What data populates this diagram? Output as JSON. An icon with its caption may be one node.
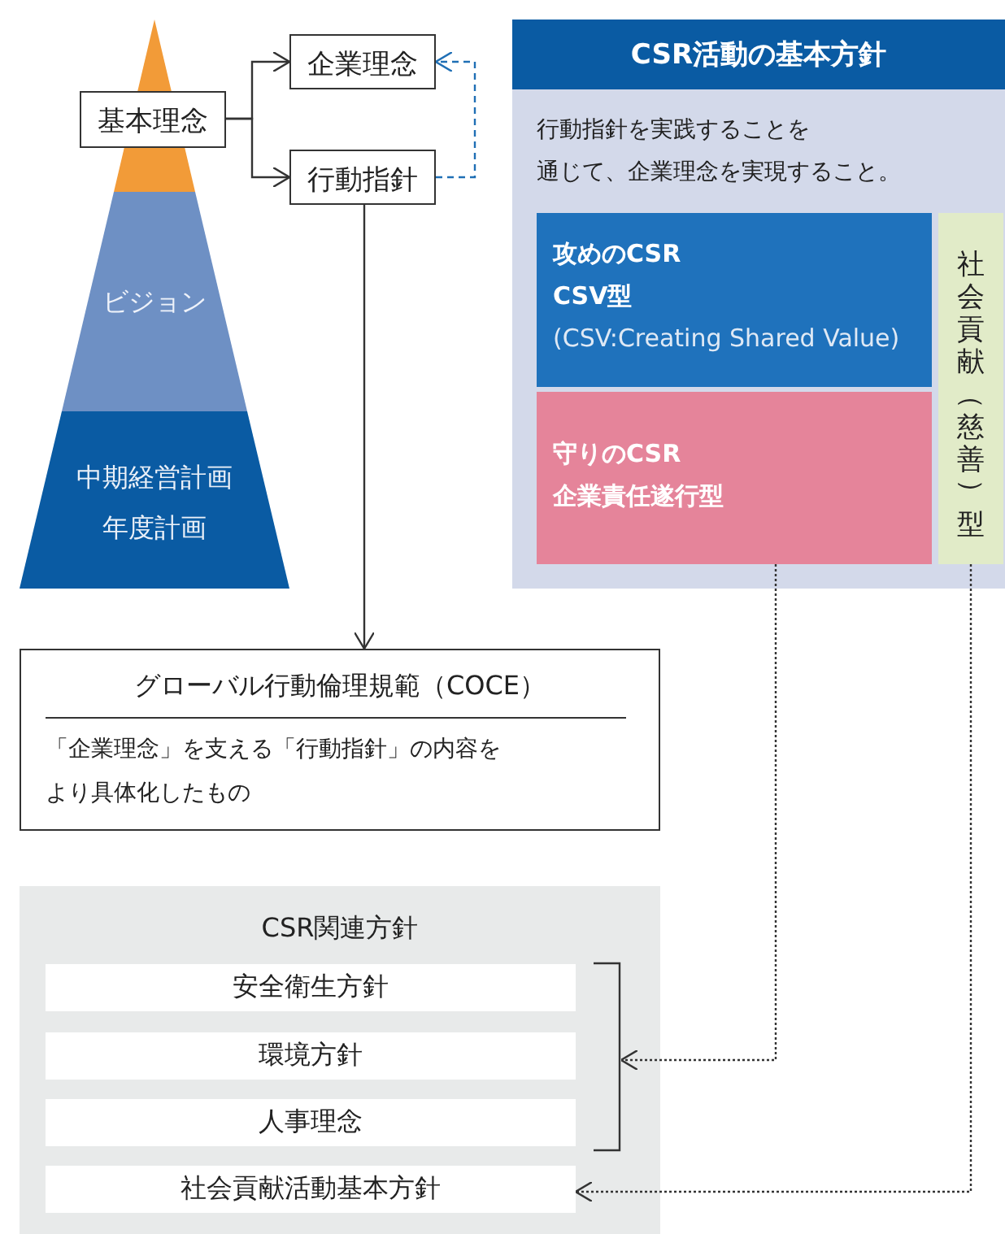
{
  "diagram": {
    "nodes": [
      {
        "text": [
          "基本理念"
        ]
      },
      {
        "text": [
          "企業理念"
        ]
      },
      {
        "text": [
          "行動指針"
        ]
      },
      {
        "text": [
          "ビジョン"
        ]
      },
      {
        "text": [
          "中期経営計画",
          "年度計画"
        ]
      },
      {
        "text": [
          "CSR活動の基本方針",
          "行動指針を実践することを通じて、企業理念を実現すること。"
        ]
      },
      {
        "text": [
          "攻めのCSR",
          "CSV型",
          "(CSV:Creating Shared Value)"
        ],
        "in": 5
      },
      {
        "text": [
          "守りのCSR",
          "企業責任遂行型"
        ],
        "in": 5
      },
      {
        "text": [
          "社会貢献（慈善）型"
        ],
        "in": 5
      },
      {
        "text": [
          "グローバル行動倫理規範（COCE）",
          "「企業理念」を支える「行動指針」の内容をより具体化したもの"
        ]
      },
      {
        "text": [
          "CSR関連方針"
        ]
      },
      {
        "text": [
          "安全衛生方針"
        ],
        "in": 10
      },
      {
        "text": [
          "環境方針"
        ],
        "in": 10
      },
      {
        "text": [
          "人事理念"
        ],
        "in": 10
      },
      {
        "text": [
          "社会貢献活動基本方針"
        ],
        "in": 10
      },
      {
        "text": [],
        "shape": "bracket",
        "in": 10
      },
      {
        "text": [],
        "shape": "triangle"
      }
    ],
    "edges": [
      {
        "from": 0,
        "to": 1,
        "arrow": "to"
      },
      {
        "from": 0,
        "to": 2,
        "arrow": "to"
      },
      {
        "from": 2,
        "to": 1,
        "arrow": "to",
        "style": "dashed",
        "color": "#1f6fb5"
      },
      {
        "from": 2,
        "to": 9,
        "arrow": "to"
      },
      {
        "from": 7,
        "to": 15,
        "arrow": "to",
        "style": "dashed"
      },
      {
        "from": 8,
        "to": 14,
        "arrow": "to",
        "style": "dashed"
      }
    ]
  }
}
